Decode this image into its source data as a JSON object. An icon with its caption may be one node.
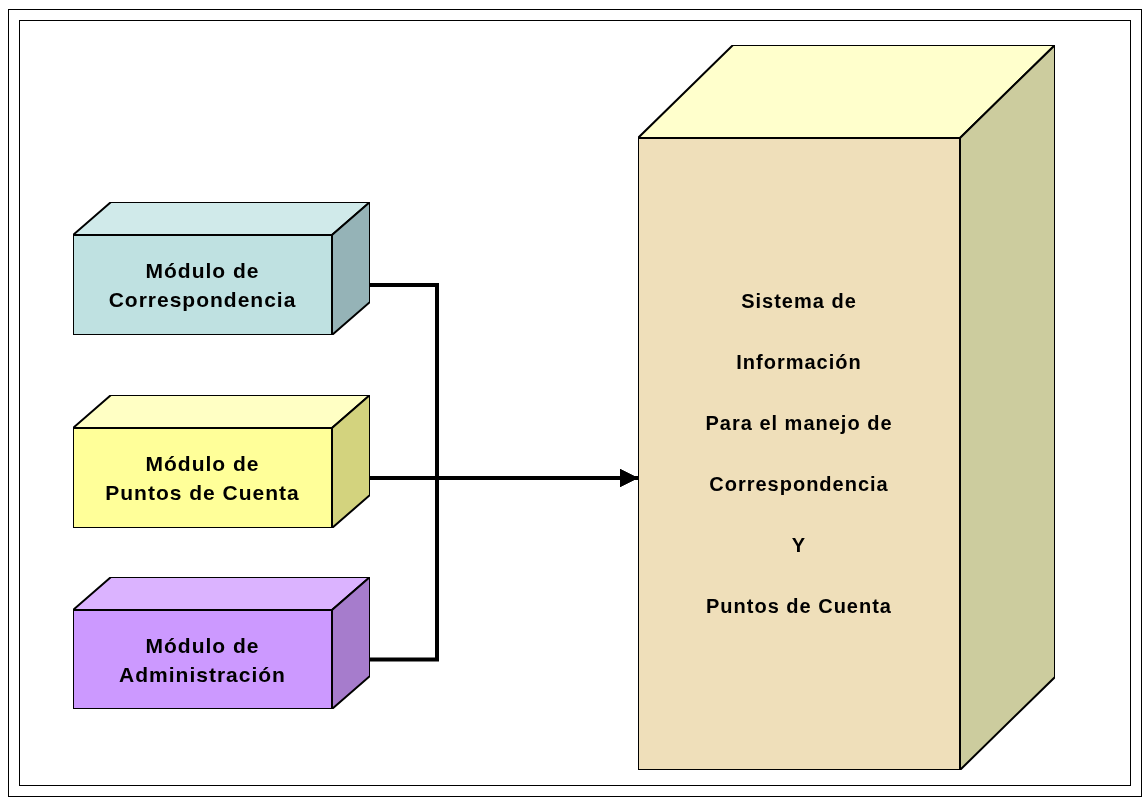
{
  "diagram": {
    "nodes": [
      {
        "text": [
          "Módulo de",
          "Correspondencia"
        ]
      },
      {
        "text": [
          "Módulo de",
          "Puntos de Cuenta"
        ]
      },
      {
        "text": [
          "Módulo de",
          "Administración"
        ]
      },
      {
        "text": [
          "Sistema de Información",
          "Para el manejo de Correspondencia",
          "Y",
          "Puntos de Cuenta"
        ]
      }
    ],
    "edges": [
      {
        "from": 0,
        "to": 3,
        "arrow": "to"
      },
      {
        "from": 1,
        "to": 3,
        "arrow": "to"
      },
      {
        "from": 2,
        "to": 3,
        "arrow": "to"
      }
    ]
  }
}
